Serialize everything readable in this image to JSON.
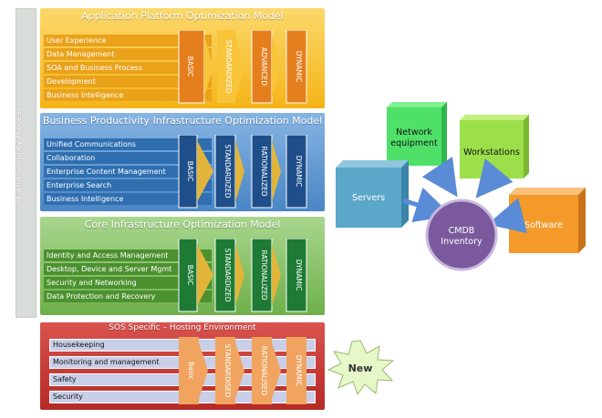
{
  "sidebar": {
    "label": "IT and Security Process"
  },
  "app_model": {
    "title": "Application Platform Optimization Model",
    "items": [
      "User Experience",
      "Data Management",
      "SOA and Business Process",
      "Development",
      "Business Intelligence"
    ],
    "stages": [
      "BASIC",
      "STANDARDIZED",
      "ADVANCED",
      "DYNAMIC"
    ]
  },
  "bp_model": {
    "title": "Business Productivity Infrastructure Optimization Model",
    "items": [
      "Unified Communications",
      "Collaboration",
      "Enterprise Content Management",
      "Enterprise Search",
      "Business Intelligence"
    ],
    "stages": [
      "BASIC",
      "STANDARDIZED",
      "RATIONALIZED",
      "DYNAMIC"
    ]
  },
  "core_model": {
    "title": "Core Infrastructure Optimization Model",
    "items": [
      "Identity and Access Management",
      "Desktop, Device and Server Mgmt",
      "Security and Networking",
      "Data Protection and Recovery"
    ],
    "stages": [
      "BASIC",
      "STANDARDIZED",
      "RATIONALIZED",
      "DYNAMIC"
    ]
  },
  "sos_model": {
    "title": "SOS  Specific – Hosting Environment",
    "items": [
      "Housekeeping",
      "Monitoring and management",
      "Safety",
      "Security"
    ],
    "stages": [
      "Basic",
      "STANDARDISED",
      "RATIONALISED",
      "DYNAMIC"
    ]
  },
  "new_badge": "New",
  "cmdb": {
    "center": "CMDB Inventory",
    "sources": [
      "Network equipment",
      "Workstations",
      "Servers",
      "Software"
    ]
  },
  "colors": {
    "app": "#f5b418",
    "bp": "#4a86c5",
    "core": "#6fb04a",
    "sos": "#c9302c",
    "servers": "#5aa7c9",
    "network": "#4fe06a",
    "workstations": "#9be04a",
    "software": "#f49a2a",
    "cmdb": "#7a5a9c"
  }
}
